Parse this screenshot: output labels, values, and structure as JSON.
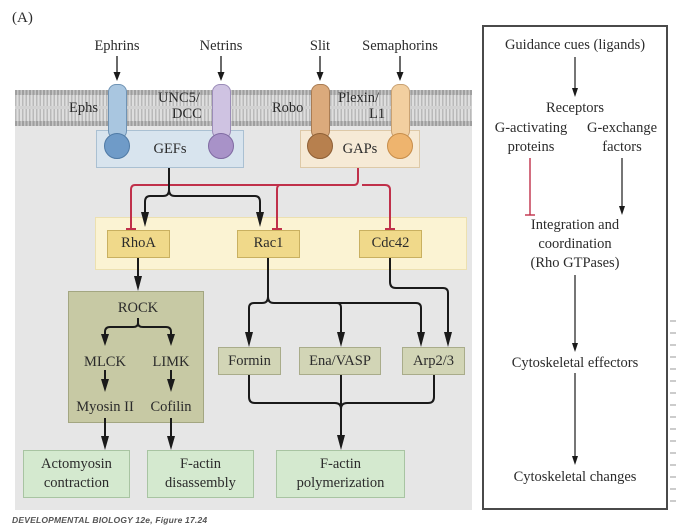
{
  "panel_label": "(A)",
  "ligands": [
    "Ephrins",
    "Netrins",
    "Slit",
    "Semaphorins"
  ],
  "receptors": {
    "ephs": "Ephs",
    "unc5_dcc": [
      "UNC5/",
      "DCC"
    ],
    "robo": "Robo",
    "plexin_l1": [
      "Plexin/",
      "L1"
    ]
  },
  "regulators": {
    "gefs": "GEFs",
    "gaps": "GAPs"
  },
  "rho_gtpases": [
    "RhoA",
    "Rac1",
    "Cdc42"
  ],
  "rock_module": {
    "rock": "ROCK",
    "kinases": [
      "MLCK",
      "LIMK"
    ],
    "targets": [
      "Myosin II",
      "Cofilin"
    ]
  },
  "effectors": [
    "Formin",
    "Ena/VASP",
    "Arp2/3"
  ],
  "outcomes": [
    [
      "Actomyosin",
      "contraction"
    ],
    [
      "F-actin",
      "disassembly"
    ],
    [
      "F-actin",
      "polymerization"
    ]
  ],
  "summary": {
    "guidance_cues": "Guidance cues (ligands)",
    "receptors": "Receptors",
    "g_activating": [
      "G-activating",
      "proteins"
    ],
    "g_exchange": [
      "G-exchange",
      "factors"
    ],
    "integration": [
      "Integration and",
      "coordination",
      "(Rho GTPases)"
    ],
    "effectors": "Cytoskeletal effectors",
    "changes": "Cytoskeletal changes"
  },
  "footer": "DEVELOPMENTAL BIOLOGY 12e, Figure 17.24",
  "colors": {
    "activation": "#1a1a1a",
    "inhibition": "#c0304a",
    "gef_box": "#d8e4ee",
    "gap_box": "#f6ead6",
    "gtpase": "#f0d98a",
    "rock_box": "#c7c9a4",
    "effector": "#d2d5b6",
    "outcome": "#d4e9cf"
  }
}
